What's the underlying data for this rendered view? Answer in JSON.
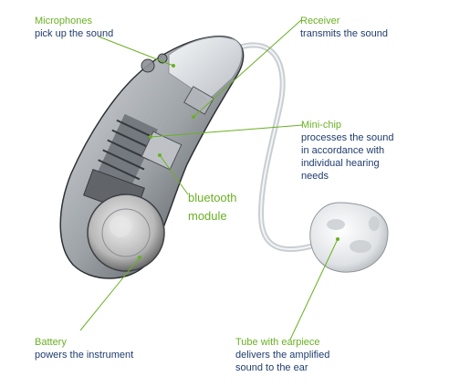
{
  "labels": {
    "microphones": {
      "title": "Microphones",
      "desc": "pick up the sound"
    },
    "receiver": {
      "title": "Receiver",
      "desc": "transmits the sound"
    },
    "minichip": {
      "title": "Mini-chip",
      "desc": [
        "processes the sound",
        "in accordance with",
        "individual hearing",
        "needs"
      ]
    },
    "bluetooth": [
      "bluetooth",
      "module"
    ],
    "battery": {
      "title": "Battery",
      "desc": "powers the instrument"
    },
    "tube": {
      "title": "Tube with earpiece",
      "desc": [
        "delivers the amplified",
        "sound to the ear"
      ]
    }
  },
  "colors": {
    "accent": "#6ab023",
    "text": "#1f3c6e"
  }
}
